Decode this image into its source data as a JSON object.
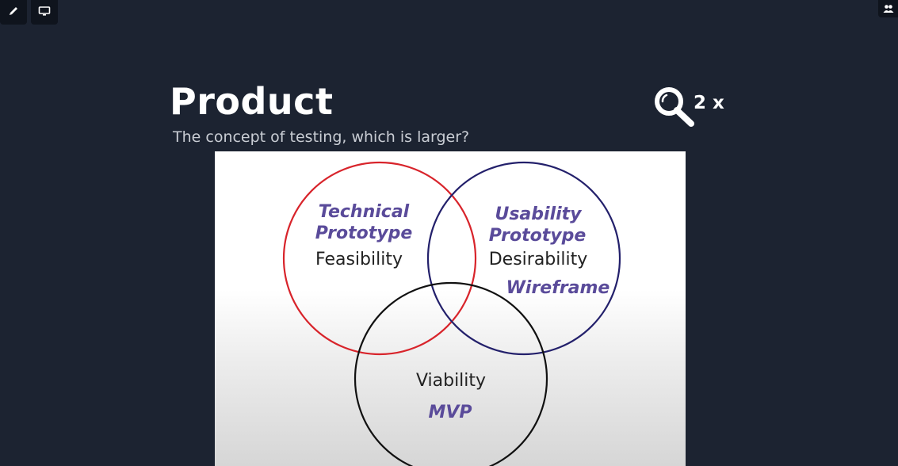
{
  "toolbar": {
    "pen_icon": "pen-icon",
    "screen_icon": "screen-icon",
    "people_icon": "people-icon"
  },
  "slide": {
    "title": "Product",
    "subtitle": "The concept of testing, which is larger?",
    "zoom": {
      "icon": "magnifier-icon",
      "label": "2 x"
    }
  },
  "diagram": {
    "feasibility": {
      "tag_line1": "Technical",
      "tag_line2": "Prototype",
      "label": "Feasibility",
      "color": "#d8242b"
    },
    "desirability": {
      "tag_line1": "Usability",
      "tag_line2": "Prototype",
      "label": "Desirability",
      "tag_extra": "Wireframe",
      "color": "#23206b"
    },
    "viability": {
      "label": "Viability",
      "tag": "MVP",
      "color": "#111111"
    },
    "accent_color": "#5a4b9a"
  }
}
